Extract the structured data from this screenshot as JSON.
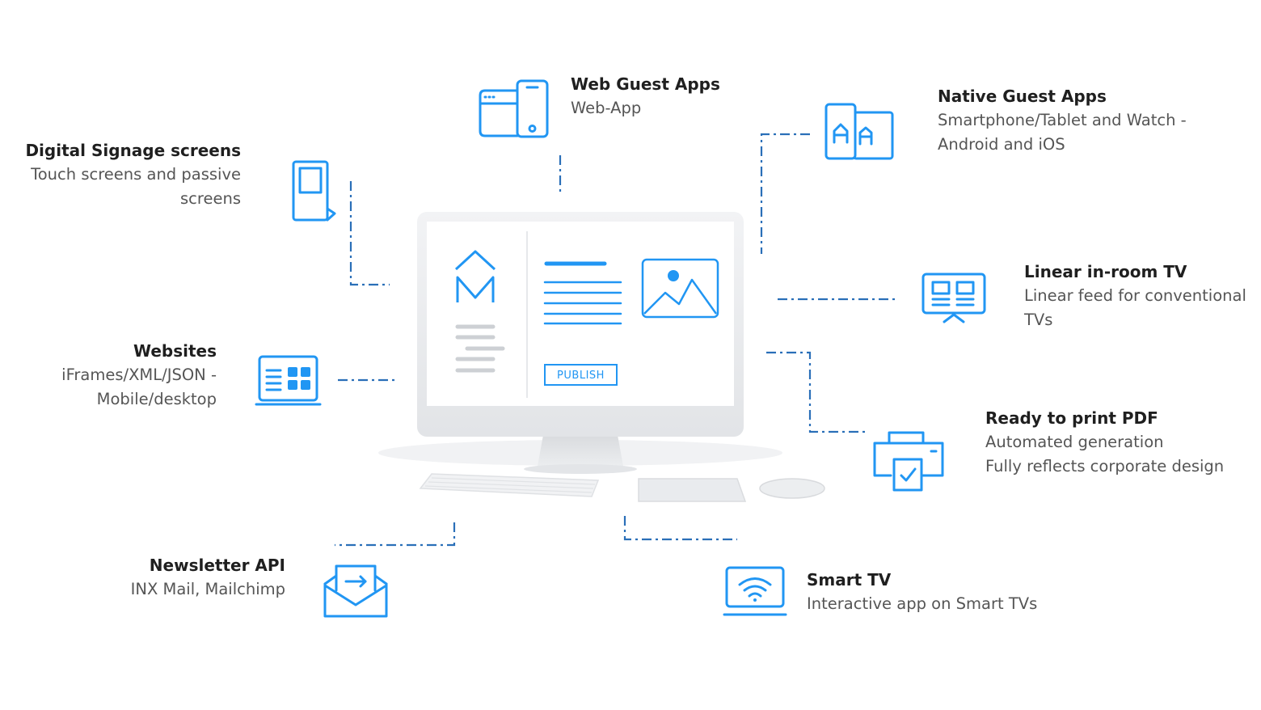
{
  "colors": {
    "accent": "#2196f3",
    "monitor": "#eceef0",
    "screen": "#ffffff",
    "text": "#1f1f1f"
  },
  "center": {
    "publish_label": "PUBLISH"
  },
  "nodes": {
    "web_guest_apps": {
      "title": "Web Guest Apps",
      "lines": [
        "Web-App"
      ],
      "icon": "browser-phone-icon"
    },
    "native_guest_apps": {
      "title": "Native Guest Apps",
      "lines": [
        "Smartphone/Tablet and Watch -",
        "Android and iOS"
      ],
      "icon": "app-store-icon"
    },
    "digital_signage": {
      "title": "Digital Signage screens",
      "lines": [
        "Touch screens and passive",
        "screens"
      ],
      "icon": "signage-screen-icon"
    },
    "linear_tv": {
      "title": "Linear in-room TV",
      "lines": [
        "Linear feed for conventional",
        "TVs"
      ],
      "icon": "presentation-board-icon"
    },
    "websites": {
      "title": "Websites",
      "lines": [
        "iFrames/XML/JSON -",
        "Mobile/desktop"
      ],
      "icon": "website-grid-icon"
    },
    "print_pdf": {
      "title": "Ready to print PDF",
      "lines": [
        "Automated generation",
        "Fully reflects corporate design"
      ],
      "icon": "printer-icon"
    },
    "newsletter": {
      "title": "Newsletter API",
      "lines": [
        "INX Mail, Mailchimp"
      ],
      "icon": "envelope-icon"
    },
    "smart_tv": {
      "title": "Smart TV",
      "lines": [
        "Interactive app on Smart TVs"
      ],
      "icon": "wifi-tv-icon"
    }
  }
}
